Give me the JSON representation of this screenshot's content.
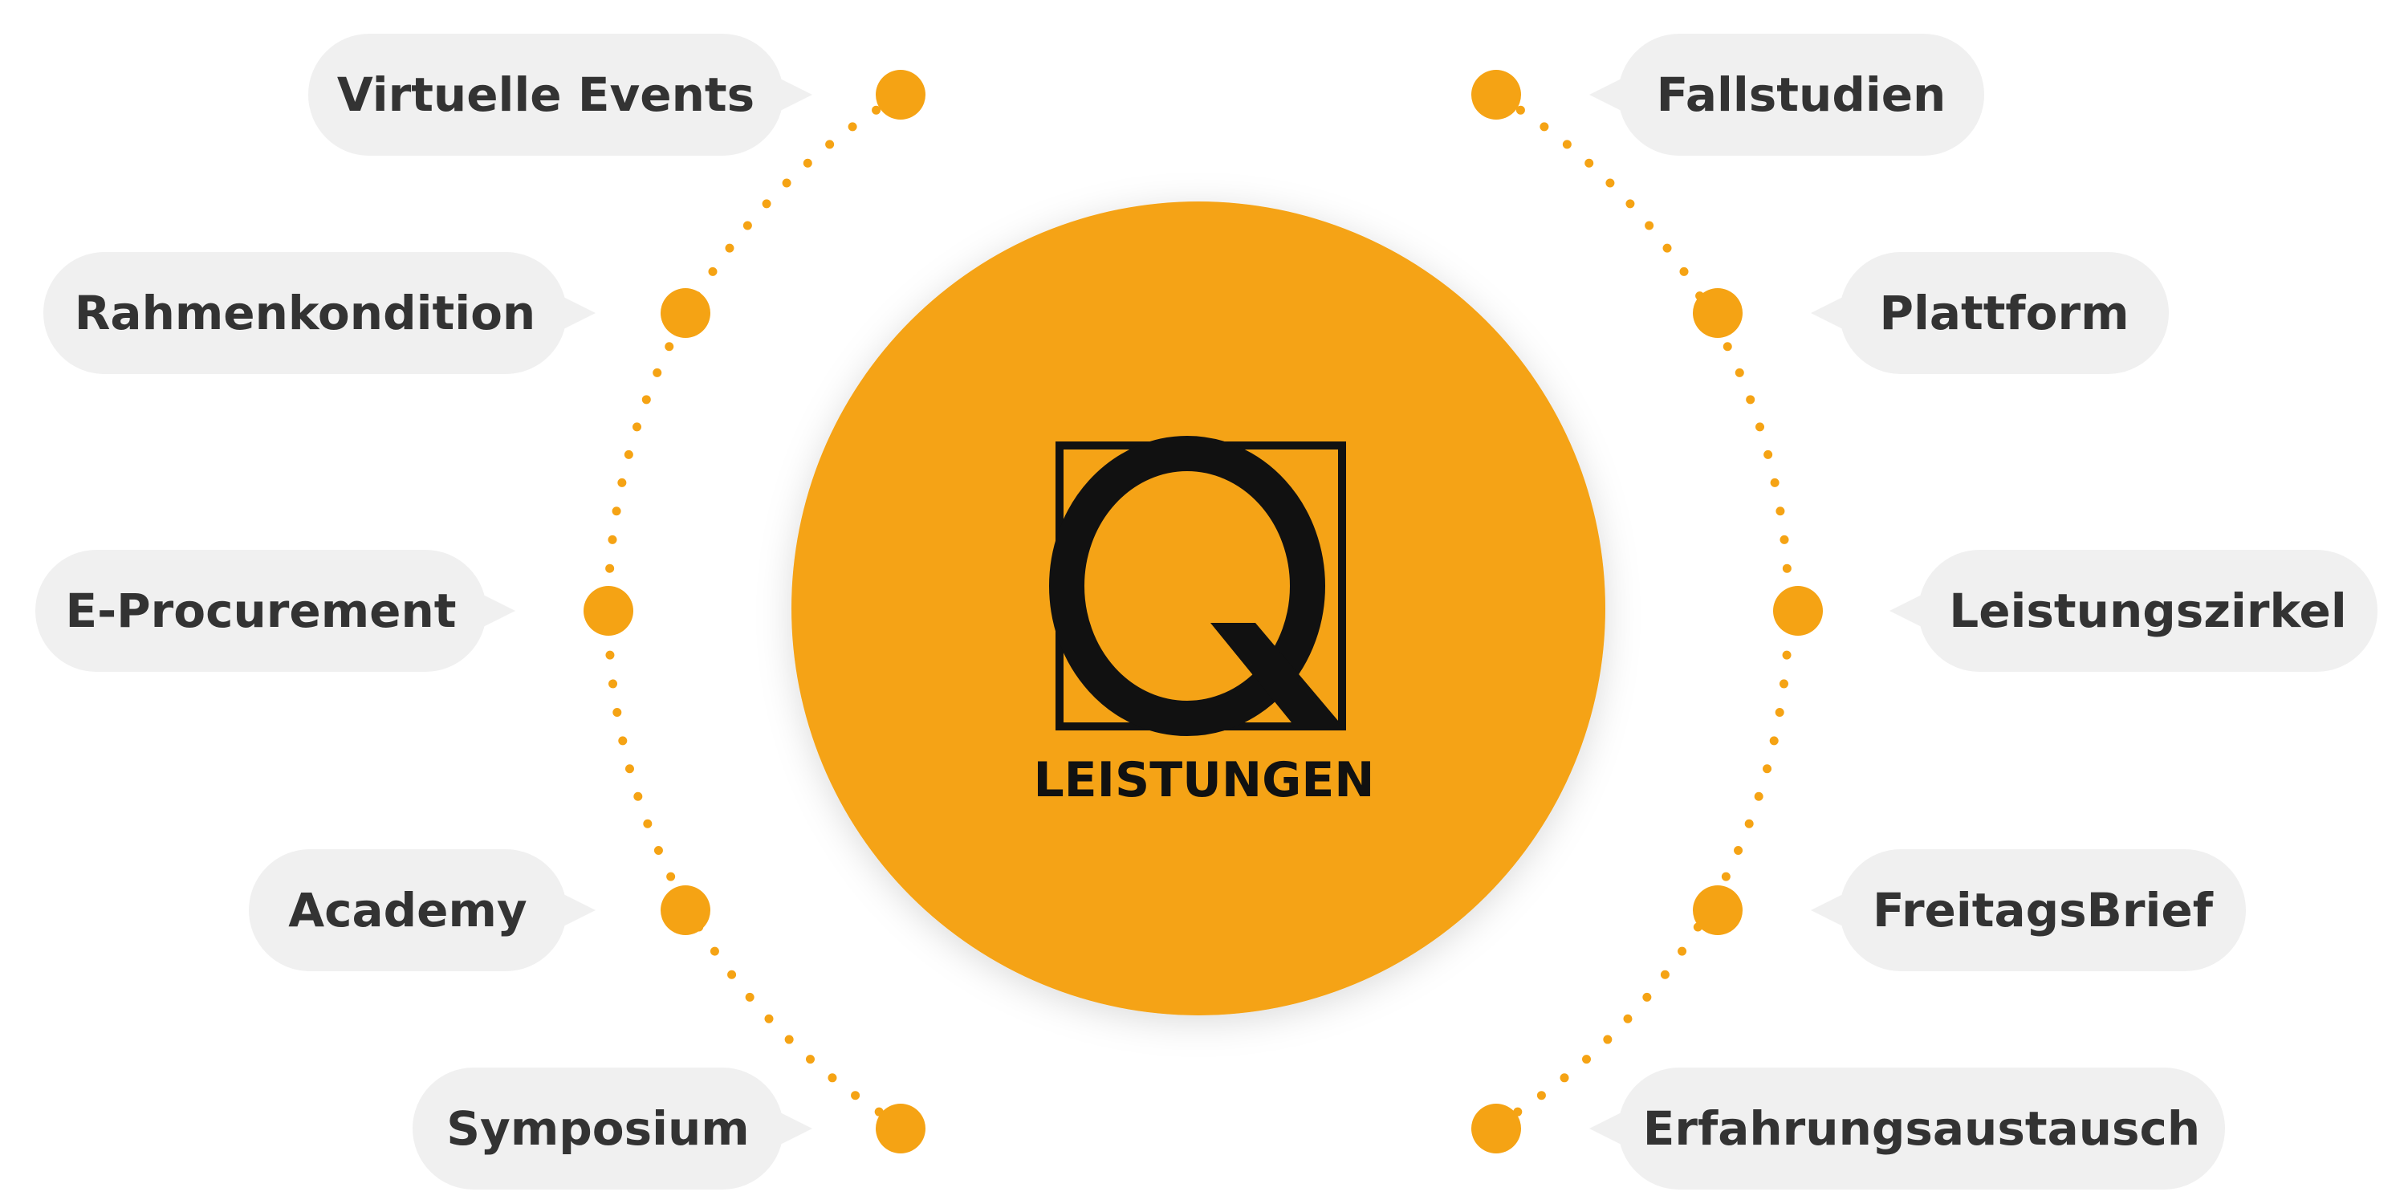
{
  "hub": {
    "label": "LEISTUNGEN",
    "logo": "q-logo-icon"
  },
  "colors": {
    "accent": "#F5A314",
    "pill": "#F0F0F0",
    "text": "#333333",
    "logo": "#111111"
  },
  "items": [
    {
      "label": "Virtuelle Events",
      "side": "left"
    },
    {
      "label": "Rahmenkondition",
      "side": "left"
    },
    {
      "label": "E-Procurement",
      "side": "left"
    },
    {
      "label": "Academy",
      "side": "left"
    },
    {
      "label": "Symposium",
      "side": "left"
    },
    {
      "label": "Fallstudien",
      "side": "right"
    },
    {
      "label": "Plattform",
      "side": "right"
    },
    {
      "label": "Leistungszirkel",
      "side": "right"
    },
    {
      "label": "FreitagsBrief",
      "side": "right"
    },
    {
      "label": "Erfahrungsaustausch",
      "side": "right"
    }
  ]
}
